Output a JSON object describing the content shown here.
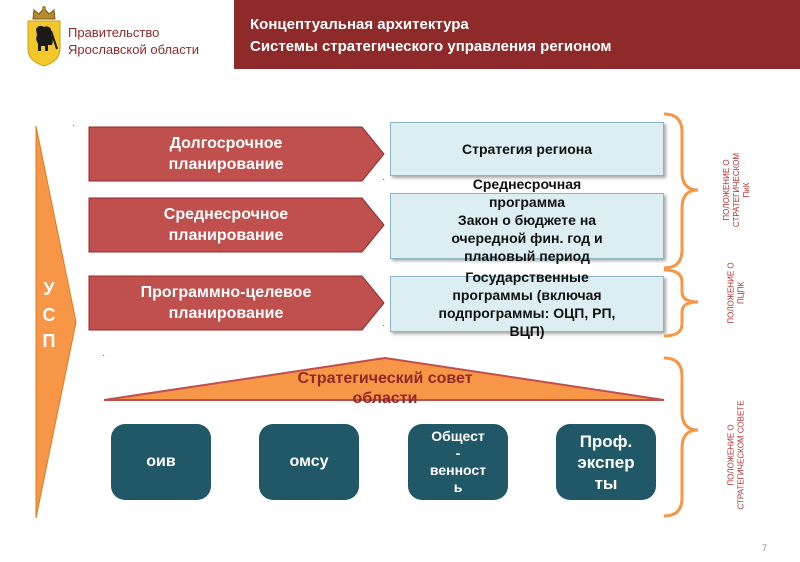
{
  "header": {
    "org_line1": "Правительство",
    "org_line2": "Ярославской области",
    "title_line1": "Концептуальная архитектура",
    "title_line2": "Системы стратегического управления регионом"
  },
  "usp_letters": [
    "У",
    "С",
    "П"
  ],
  "planning_levels": [
    {
      "line1": "Долгосрочное",
      "line2": "планирование"
    },
    {
      "line1": "Среднесрочное",
      "line2": "планирование"
    },
    {
      "line1": "Программно-целевое",
      "line2": "планирование"
    }
  ],
  "documents": [
    {
      "lines": [
        "Стратегия региона"
      ]
    },
    {
      "lines": [
        "Среднесрочная",
        "программа",
        "Закон о бюджете на",
        "очередной фин. год и",
        "плановый период"
      ]
    },
    {
      "lines": [
        "Государственные",
        "программы (включая",
        "подпрограммы: ОЦП, РП,",
        "ВЦП)"
      ]
    }
  ],
  "side_notes": [
    {
      "line1": "ПОЛОЖЕНИЕ О",
      "line2": "СТРАТЕГИЧЕСКОМ",
      "line3": "ПиК"
    },
    {
      "line1": "ПОЛОЖЕНИЕ О",
      "line2": "ПЦПК",
      "line3": ""
    },
    {
      "line1": "ПОЛОЖЕНИЕ О",
      "line2": "СТРАТЕГИЧЕСКОМ  СОВЕТЕ",
      "line3": ""
    }
  ],
  "council": {
    "line1": "Стратегический совет",
    "line2": "области"
  },
  "members": [
    {
      "lines": [
        "оив"
      ]
    },
    {
      "lines": [
        "омсу"
      ]
    },
    {
      "lines": [
        "Общест",
        "-",
        "венност",
        "ь"
      ]
    },
    {
      "lines": [
        "Проф.",
        "экспер",
        "ты"
      ]
    }
  ],
  "page_number": "7",
  "colors": {
    "header": "#8f2a2a",
    "planning_arrow": "#c0504d",
    "usp_arrow": "#f79646",
    "document_box": "#ddeef3",
    "member_box": "#215867",
    "bracket": "#f79646"
  },
  "icons": {
    "emblem": "yaroslavl-bear-emblem-icon"
  }
}
